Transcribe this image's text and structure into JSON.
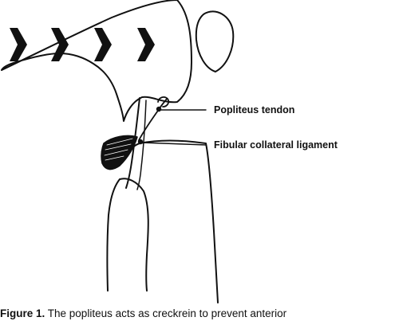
{
  "labels": {
    "popliteus_tendon": "Popliteus tendon",
    "fibular_collateral_ligament": "Fibular collateral ligament"
  },
  "caption": {
    "figure_label": "Figure 1.",
    "text": "The popliteus acts as creckrein to prevent anterior"
  },
  "arrows": {
    "count": 4,
    "direction": "right"
  },
  "colors": {
    "ink": "#111111",
    "background": "#ffffff"
  }
}
